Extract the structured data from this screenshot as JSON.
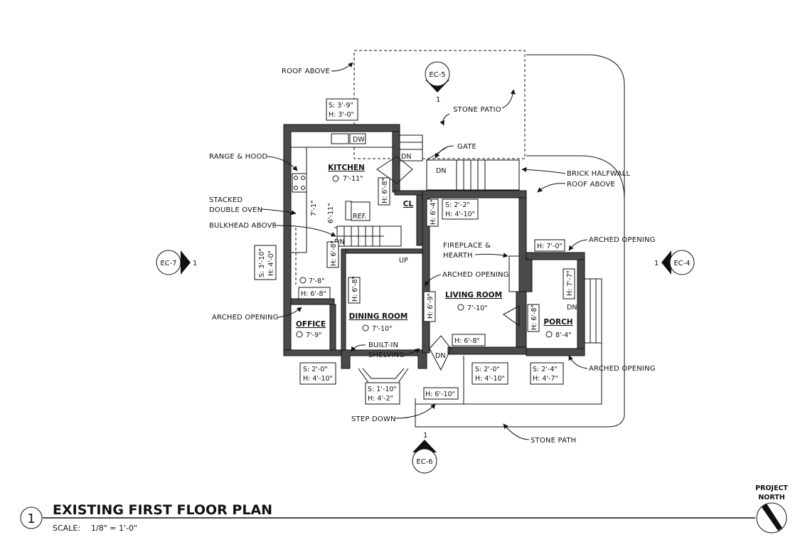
{
  "sheet": {
    "title": "EXISTING FIRST FLOOR PLAN",
    "scale_label": "SCALE:",
    "scale_value": "1/8\" = 1'-0\"",
    "drawing_number": "1",
    "north_label_1": "PROJECT",
    "north_label_2": "NORTH"
  },
  "rooms": {
    "kitchen": {
      "name": "KITCHEN",
      "height": "7'-11\""
    },
    "dining": {
      "name": "DINING ROOM",
      "height": "7'-10\""
    },
    "living": {
      "name": "LIVING ROOM",
      "height": "7'-10\""
    },
    "office": {
      "name": "OFFICE",
      "height": "7'-9\""
    },
    "porch": {
      "name": "PORCH",
      "height": "8'-4\""
    },
    "closet": {
      "name": "CL"
    },
    "hall_height": "7'-8\""
  },
  "elevation_markers": {
    "ec5": {
      "label": "EC-5",
      "num": "1"
    },
    "ec7": {
      "label": "EC-7",
      "num": "1"
    },
    "ec4": {
      "label": "EC-4",
      "num": "1"
    },
    "ec6": {
      "label": "EC-6",
      "num": "1"
    }
  },
  "callouts": {
    "roof_above_top": "ROOF ABOVE",
    "stone_patio": "STONE PATIO",
    "gate": "GATE",
    "brick_halfwall": "BRICK HALFWALL",
    "roof_above_right": "ROOF ABOVE",
    "range_hood": "RANGE & HOOD",
    "stacked_1": "STACKED",
    "stacked_2": "DOUBLE OVEN",
    "bulkhead": "BULKHEAD ABOVE",
    "fireplace_1": "FIREPLACE &",
    "fireplace_2": "HEARTH",
    "arched_living": "ARCHED OPENING",
    "arched_porch_top": "ARCHED OPENING",
    "arched_office": "ARCHED OPENING",
    "built_in_1": "BUILT-IN",
    "built_in_2": "SHELVING",
    "arched_porch_bottom": "ARCHED OPENING",
    "step_down": "STEP DOWN",
    "stone_path": "STONE PATH"
  },
  "fixtures": {
    "dw": "DW",
    "ref": "REF.",
    "dn_stair_top": "DN",
    "dn_gate_stair": "DN",
    "dn_interior": "DN",
    "up_interior": "UP",
    "dn_porch": "DN",
    "dn_entry": "DN"
  },
  "window_tags": {
    "kitchen_window": [
      "S: 3'-9\"",
      "H: 3'-0\""
    ],
    "west_window": [
      "S: 3'-10\"",
      "H: 4'-0\""
    ],
    "office_window": [
      "S: 2'-0\"",
      "H: 4'-10\""
    ],
    "bay_window": [
      "S: 1'-10\"",
      "H: 4'-2\""
    ],
    "living_window_bottom": [
      "S: 2'-0\"",
      "H: 4'-10\""
    ],
    "porch_window": [
      "S: 2'-4\"",
      "H: 4'-7\""
    ],
    "living_window_top": [
      "S: 2'-2\"",
      "H: 4'-10\""
    ]
  },
  "door_heights": {
    "kitchen_door": "H: 6'-8\"",
    "closet_door": "H: 6'-4\"",
    "hall_vertical": "H: 6'-8\"",
    "office_opening": "H: 6'-8\"",
    "dining_opening": "H: 6'-8\"",
    "living_arch": "H: 6'-9\"",
    "entry_door": "H: 6'-8\"",
    "step_door": "H: 6'-10\"",
    "porch_door": "H: 6'-8\"",
    "porch_arch_top": "H: 7'-0\"",
    "porch_arch_side": "H: 7'-7\"",
    "kitchen_vertical": "6'-11\"",
    "hall_vertical_2": "7'-1\""
  }
}
